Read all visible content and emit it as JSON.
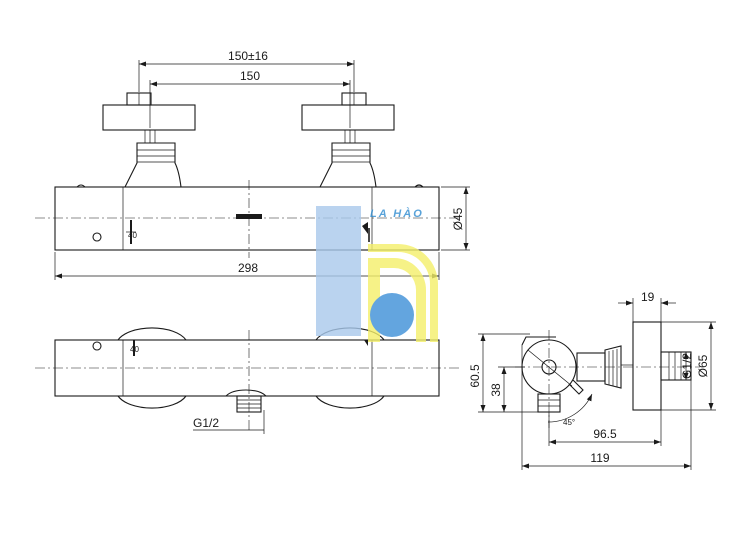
{
  "front_view": {
    "dim_spacing_tolerance": "150±16",
    "dim_spacing": "150",
    "dim_length": "298",
    "dim_height": "Ø45",
    "mark_left_temp": "40"
  },
  "bottom_view": {
    "mark_temp": "40",
    "outlet_thread": "G1/2"
  },
  "side_view": {
    "dim_depth_a": "96.5",
    "dim_depth_b": "119",
    "dim_height_a": "60.5",
    "dim_height_b": "38",
    "dim_angle": "45°",
    "inlet_thread": "G1/2",
    "dim_offset": "19",
    "dim_flange": "Ø65"
  },
  "watermark": {
    "text": "LA HÀO",
    "colors": {
      "blue": "#a9c9ec",
      "yellow": "#f4f06a",
      "dot": "#3d8fd8",
      "text": "#2f8bd0"
    }
  }
}
